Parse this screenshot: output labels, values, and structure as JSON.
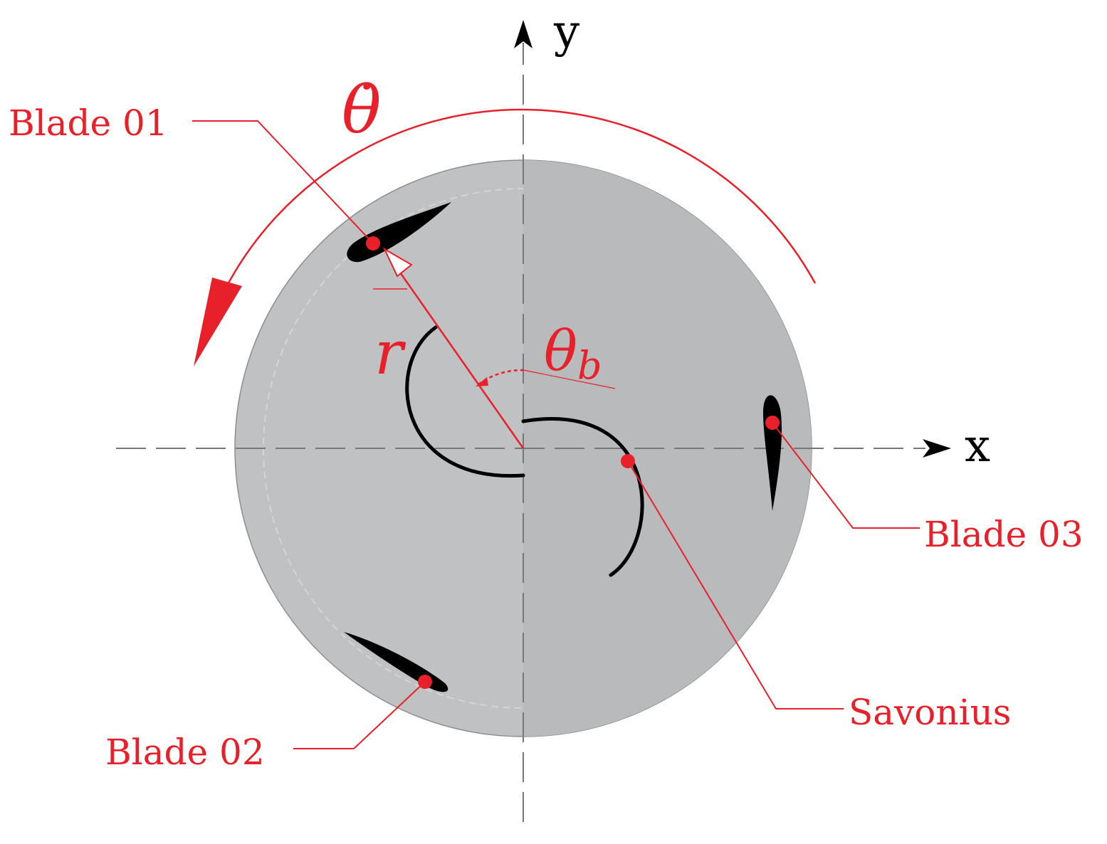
{
  "colors": {
    "accent": "#e8202a",
    "rotor_disk": "#c0c1c3",
    "blade": "#000000",
    "axis": "#777777"
  },
  "axes": {
    "x_label": "x",
    "y_label": "y"
  },
  "symbols": {
    "angular_velocity": "θ̇",
    "radius": "r",
    "blade_angle_base": "θ",
    "blade_angle_sub": "b"
  },
  "labels": {
    "blade_01": "Blade 01",
    "blade_02": "Blade 02",
    "blade_03": "Blade 03",
    "savonius": "Savonius"
  }
}
